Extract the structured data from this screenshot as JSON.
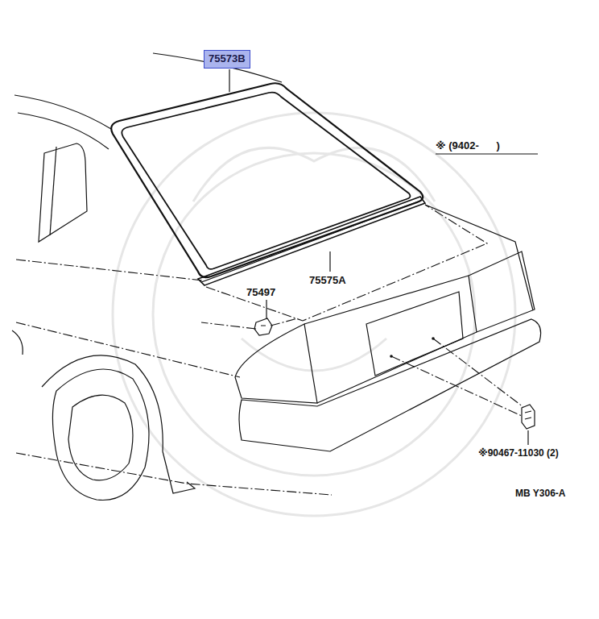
{
  "diagram": {
    "nodes": [
      {
        "text": [
          "75573B"
        ]
      }
    ],
    "labels": [
      "※ (9402-      )",
      "75497",
      "75575A",
      "※90467-11030 (2)",
      "MB Y306-A"
    ]
  }
}
